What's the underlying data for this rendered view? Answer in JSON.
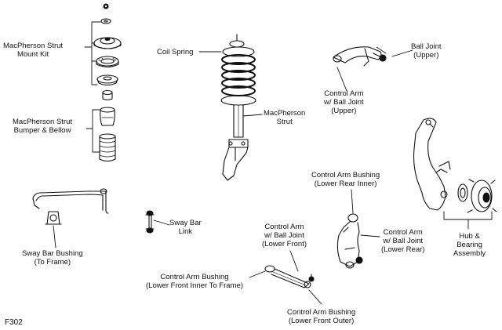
{
  "figure_id": "F302",
  "labels": {
    "strut_mount_kit": [
      "MacPherson Strut",
      "Mount Kit"
    ],
    "coil_spring": [
      "Coil Spring"
    ],
    "ball_joint_upper": [
      "Ball Joint",
      "(Upper)"
    ],
    "control_arm_upper": [
      "Control Arm",
      "w/ Ball Joint",
      "(Upper)"
    ],
    "strut_bumper": [
      "MacPherson Strut",
      "Bumper & Bellow"
    ],
    "macpherson_strut": [
      "MacPherson",
      "Strut"
    ],
    "bushing_lower_rear_inner": [
      "Control Arm Bushing",
      "(Lower Rear Inner)"
    ],
    "sway_bar_link": [
      "Sway Bar",
      "Link"
    ],
    "control_arm_lower_front": [
      "Control Arm",
      "w/ Ball Joint",
      "(Lower Front)"
    ],
    "control_arm_lower_rear": [
      "Control Arm",
      "w/ Ball Joint",
      "(Lower Rear)"
    ],
    "hub_bearing": [
      "Hub &",
      "Bearing",
      "Assembly"
    ],
    "sway_bar_bushing": [
      "Sway Bar Bushing",
      "(To Frame)"
    ],
    "bushing_lower_front_inner": [
      "Control Arm Bushing",
      "(Lower Front Inner To Frame)"
    ],
    "bushing_lower_front_outer": [
      "Control Arm Bushing",
      "(Lower Front Outer)"
    ]
  }
}
